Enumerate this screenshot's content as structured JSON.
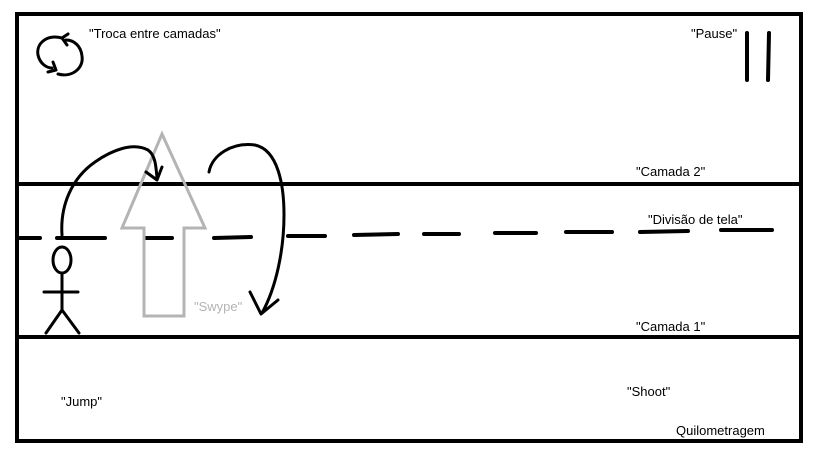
{
  "labels": {
    "layer_switch": "\"Troca entre camadas\"",
    "pause": "\"Pause\"",
    "layer_2": "\"Camada 2\"",
    "screen_division": "\"Divisão de tela\"",
    "swipe": "\"Swype\"",
    "layer_1": "\"Camada 1\"",
    "jump": "\"Jump\"",
    "shoot": "\"Shoot\"",
    "distance": "Quilometragem"
  },
  "icons": {
    "layer_switch": "cycle-arrows-icon",
    "pause": "pause-icon",
    "swipe": "up-arrow-icon",
    "player": "stick-figure-icon"
  },
  "colors": {
    "ink": "#000000",
    "swipe_arrow": "#b4b4b4",
    "background": "#ffffff"
  }
}
